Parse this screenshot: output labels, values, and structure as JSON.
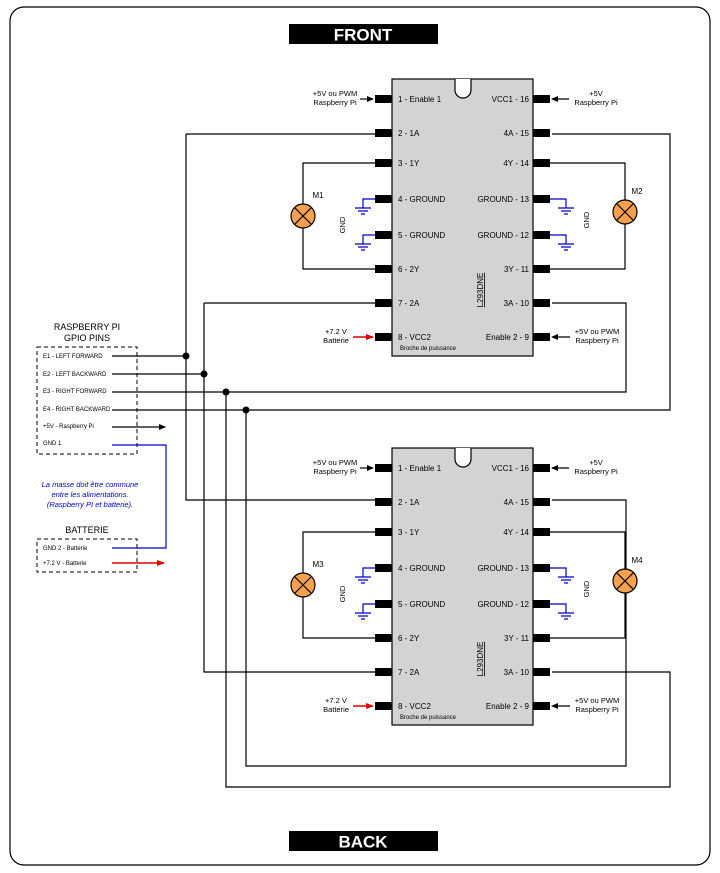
{
  "labels": {
    "front": "FRONT",
    "back": "BACK"
  },
  "gpio": {
    "title_line1": "RASPBERRY PI",
    "title_line2": "GPIO PINS",
    "pins": [
      "E1 - LEFT FORWARD",
      "E2 - LEFT BACKWARD",
      "E3 - RIGHT FORWARD",
      "E4 - RIGHT BACKWARD",
      "+5V - Raspberry Pi",
      "GND 1"
    ]
  },
  "note": [
    "La masse doit être commune",
    "entre les alimentations.",
    "(Raspberry PI et batterie)."
  ],
  "battery": {
    "title": "BATTERIE",
    "pins": [
      "GND 2 - Batterie",
      "+7.2 V - Batterie"
    ]
  },
  "chips": [
    {
      "name": "L293DNE",
      "bottom_label": "Broche de puissance",
      "left_pins": [
        "1 - Enable 1",
        "2 - 1A",
        "3 - 1Y",
        "4 - GROUND",
        "5 - GROUND",
        "6 - 2Y",
        "7 - 2A",
        "8 - VCC2"
      ],
      "right_pins": [
        "VCC1 - 16",
        "4A - 15",
        "4Y - 14",
        "GROUND - 13",
        "GROUND - 12",
        "3Y - 11",
        "3A - 10",
        "Enable 2 - 9"
      ],
      "ext_enable1": [
        "+5V ou PWM",
        "Raspberry Pi"
      ],
      "ext_vcc1": [
        "+5V",
        "Raspberry Pi"
      ],
      "ext_vcc2": [
        "+7.2 V",
        "Batterie"
      ],
      "ext_enable2": [
        "+5V ou PWM",
        "Raspberry Pi"
      ],
      "motor_left": "M1",
      "motor_right": "M2",
      "gnd": "GND"
    },
    {
      "name": "L293DNE",
      "bottom_label": "Broche de puissance",
      "left_pins": [
        "1 - Enable 1",
        "2 - 1A",
        "3 - 1Y",
        "4 - GROUND",
        "5 - GROUND",
        "6 - 2Y",
        "7 - 2A",
        "8 - VCC2"
      ],
      "right_pins": [
        "VCC1 - 16",
        "4A - 15",
        "4Y - 14",
        "GROUND - 13",
        "GROUND - 12",
        "3Y - 11",
        "3A - 10",
        "Enable 2 - 9"
      ],
      "ext_enable1": [
        "+5V ou PWM",
        "Raspberry Pi"
      ],
      "ext_vcc1": [
        "+5V",
        "Raspberry Pi"
      ],
      "ext_vcc2": [
        "+7.2 V",
        "Batterie"
      ],
      "ext_enable2": [
        "+5V ou PWM",
        "Raspberry Pi"
      ],
      "motor_left": "M3",
      "motor_right": "M4",
      "gnd": "GND"
    }
  ]
}
